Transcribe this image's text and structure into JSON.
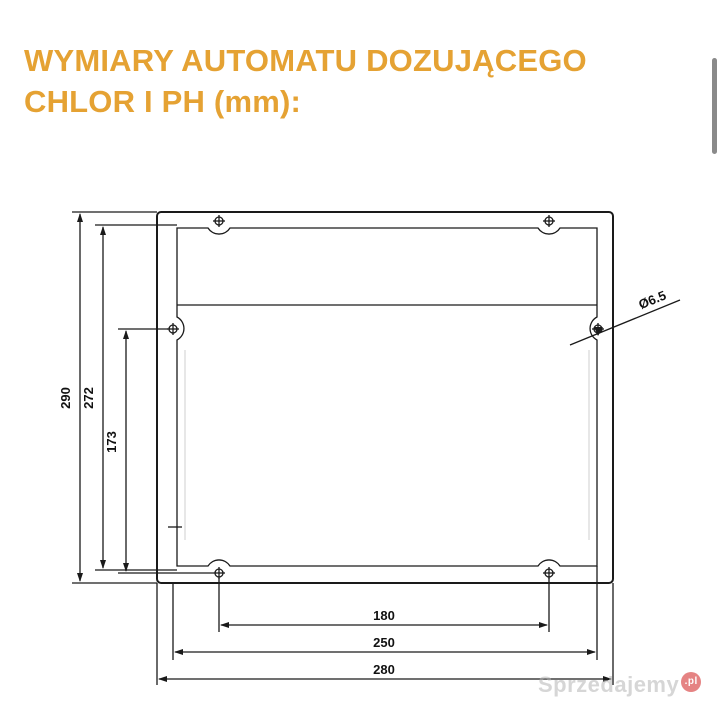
{
  "header": {
    "title_line1": "WYMIARY AUTOMATU DOZUJĄCEGO",
    "title_line2": "CHLOR I PH (mm):"
  },
  "drawing": {
    "dimensions": {
      "outer_height": "290",
      "inner_height": "272",
      "hole_vertical_spacing": "173",
      "hole_horizontal_spacing": "180",
      "inner_width": "250",
      "outer_width": "280",
      "hole_diameter": "Ø6.5"
    }
  },
  "watermark": {
    "text": "Sprzedajemy",
    "badge": ".pl"
  },
  "colors": {
    "title": "#e5a233",
    "line": "#1a1a1a"
  }
}
